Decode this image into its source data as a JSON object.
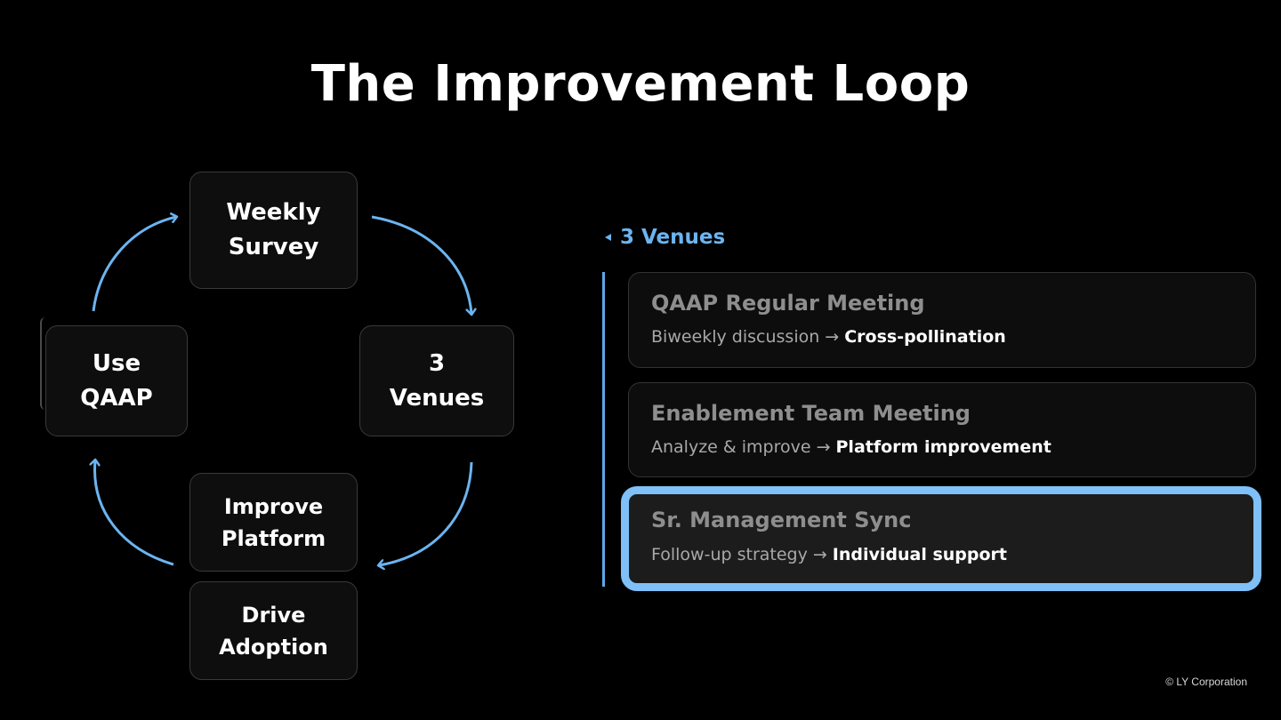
{
  "slide": {
    "title": "The Improvement Loop",
    "copyright": "© LY Corporation"
  },
  "loop": {
    "nodes": [
      {
        "id": "weekly-survey",
        "lines": [
          "Weekly",
          "Survey"
        ]
      },
      {
        "id": "three-venues",
        "lines": [
          "3",
          "Venues"
        ]
      },
      {
        "id": "improve-platform",
        "lines": [
          "Improve",
          "Platform"
        ]
      },
      {
        "id": "drive-adoption",
        "lines": [
          "Drive",
          "Adoption"
        ]
      },
      {
        "id": "use-qaap",
        "lines": [
          "Use",
          "QAAP"
        ]
      }
    ],
    "arrow_color": "#6cb4f0"
  },
  "venues": {
    "heading": "3 Venues",
    "accent_color": "#7ec0f7",
    "items": [
      {
        "name": "QAAP Regular Meeting",
        "activity": "Biweekly discussion",
        "arrow": "→",
        "outcome": "Cross-pollination",
        "active": false
      },
      {
        "name": "Enablement Team Meeting",
        "activity": "Analyze & improve",
        "arrow": "→",
        "outcome": "Platform improvement",
        "active": false
      },
      {
        "name": "Sr. Management Sync",
        "activity": "Follow-up strategy",
        "arrow": "→",
        "outcome": "Individual support",
        "active": true
      }
    ]
  }
}
